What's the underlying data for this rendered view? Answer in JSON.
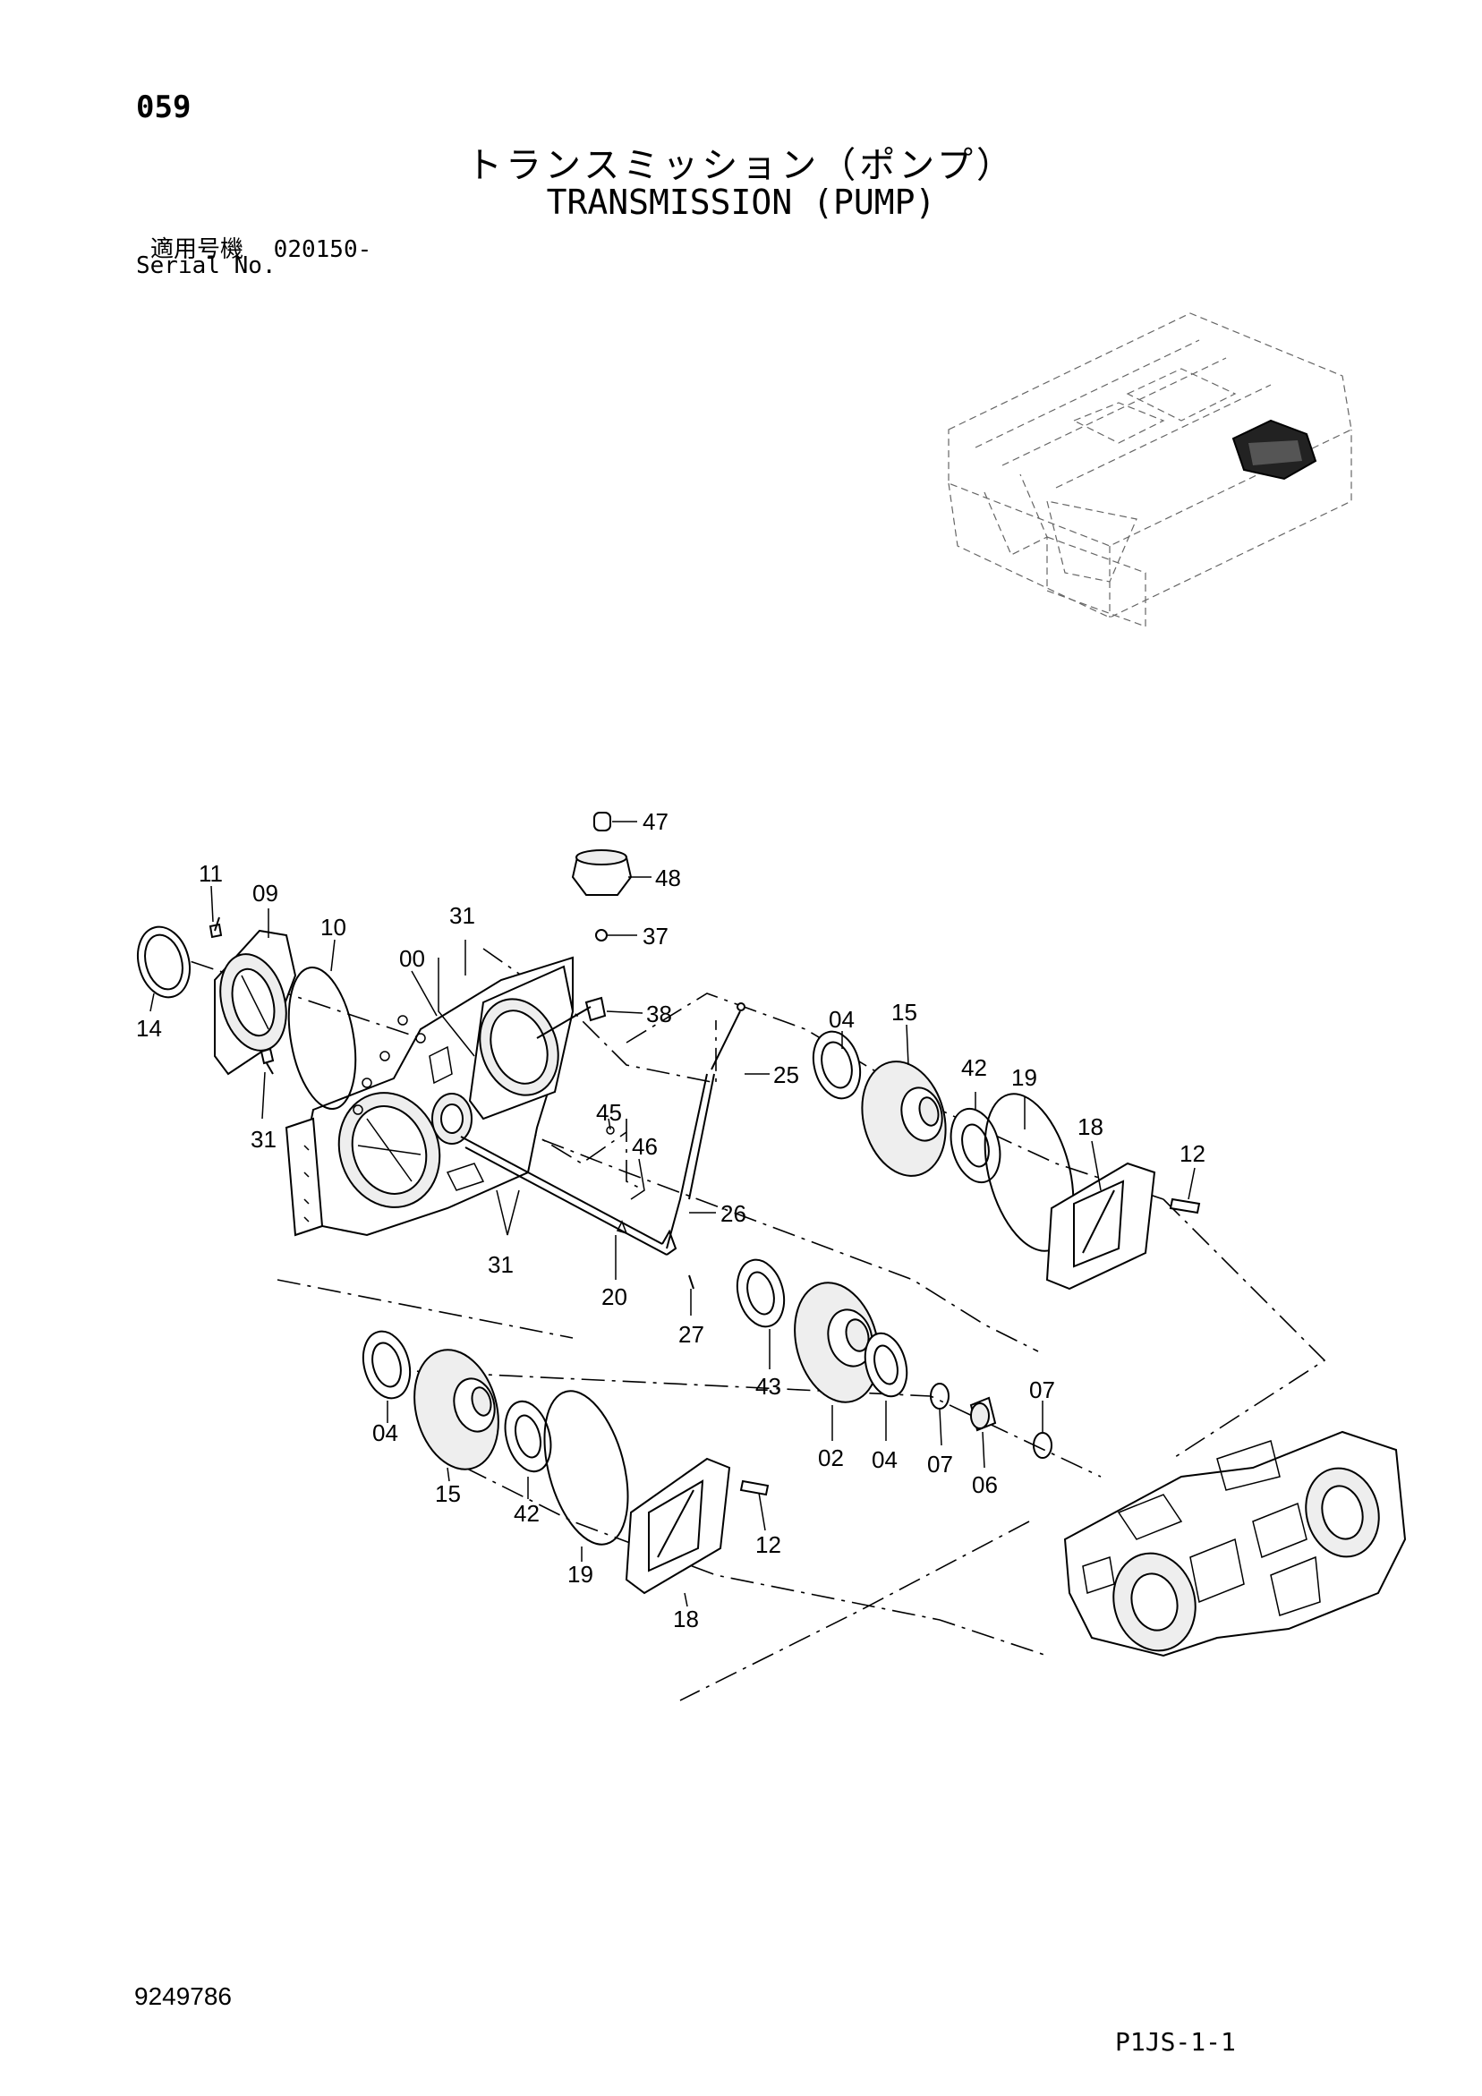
{
  "header": {
    "page_number": "059",
    "title_jp": "トランスミッション（ポンプ）",
    "title_en": "TRANSMISSION (PUMP)",
    "serial_label_jp": "適用号機",
    "serial_value": "020150-",
    "serial_label_en": "Serial No."
  },
  "footer": {
    "doc_number": "9249786",
    "page_code": "P1JS-1-1"
  },
  "callouts": {
    "c47": "47",
    "c48": "48",
    "c37": "37",
    "c38": "38",
    "c11": "11",
    "c09": "09",
    "c14": "14",
    "c10": "10",
    "c31a": "31",
    "c00": "00",
    "c31b": "31",
    "c31c": "31",
    "c45": "45",
    "c46": "46",
    "c25": "25",
    "c26": "26",
    "c20": "20",
    "c27": "27",
    "c04a": "04",
    "c15a": "15",
    "c42a": "42",
    "c19a": "19",
    "c18a": "18",
    "c12a": "12",
    "c43": "43",
    "c02": "02",
    "c04b": "04",
    "c07a": "07",
    "c06": "06",
    "c07b": "07",
    "c04c": "04",
    "c15b": "15",
    "c42b": "42",
    "c19b": "19",
    "c18b": "18",
    "c12b": "12"
  }
}
